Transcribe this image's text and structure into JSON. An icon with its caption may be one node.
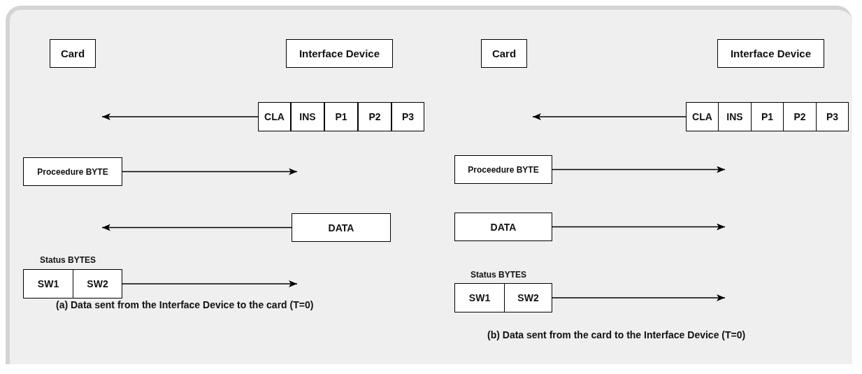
{
  "diagram": {
    "nodes": [
      {
        "text": [
          "Card"
        ]
      },
      {
        "text": [
          "Interface Device"
        ]
      },
      {
        "text": [
          "CLA"
        ]
      },
      {
        "text": [
          "INS"
        ]
      },
      {
        "text": [
          "P1"
        ]
      },
      {
        "text": [
          "P2"
        ]
      },
      {
        "text": [
          "P3"
        ]
      },
      {
        "text": [
          "Proceedure BYTE"
        ]
      },
      {
        "text": [
          "DATA"
        ]
      },
      {
        "text": [
          "SW1"
        ]
      },
      {
        "text": [
          "SW2"
        ]
      },
      {
        "text": [
          "Card"
        ]
      },
      {
        "text": [
          "Interface Device"
        ]
      },
      {
        "text": [
          "CLA"
        ]
      },
      {
        "text": [
          "INS"
        ]
      },
      {
        "text": [
          "P1"
        ]
      },
      {
        "text": [
          "P2"
        ]
      },
      {
        "text": [
          "P3"
        ]
      },
      {
        "text": [
          "Proceedure BYTE"
        ]
      },
      {
        "text": [
          "DATA"
        ]
      },
      {
        "text": [
          "SW1"
        ]
      },
      {
        "text": [
          "SW2"
        ]
      }
    ],
    "edges": [
      {
        "from": 2,
        "to": null,
        "arrow": "to"
      },
      {
        "from": 7,
        "to": null,
        "arrow": "to"
      },
      {
        "from": 8,
        "to": null,
        "arrow": "to"
      },
      {
        "from": 10,
        "to": null,
        "arrow": "to"
      },
      {
        "from": 13,
        "to": null,
        "arrow": "to"
      },
      {
        "from": 18,
        "to": null,
        "arrow": "to"
      },
      {
        "from": 19,
        "to": null,
        "arrow": "to"
      },
      {
        "from": 21,
        "to": null,
        "arrow": "to"
      }
    ],
    "labels": [
      "Status BYTES",
      "(a) Data sent from the Interface Device to the card (T=0)",
      "Status BYTES",
      "(b) Data sent from the card to the Interface Device (T=0)"
    ]
  }
}
